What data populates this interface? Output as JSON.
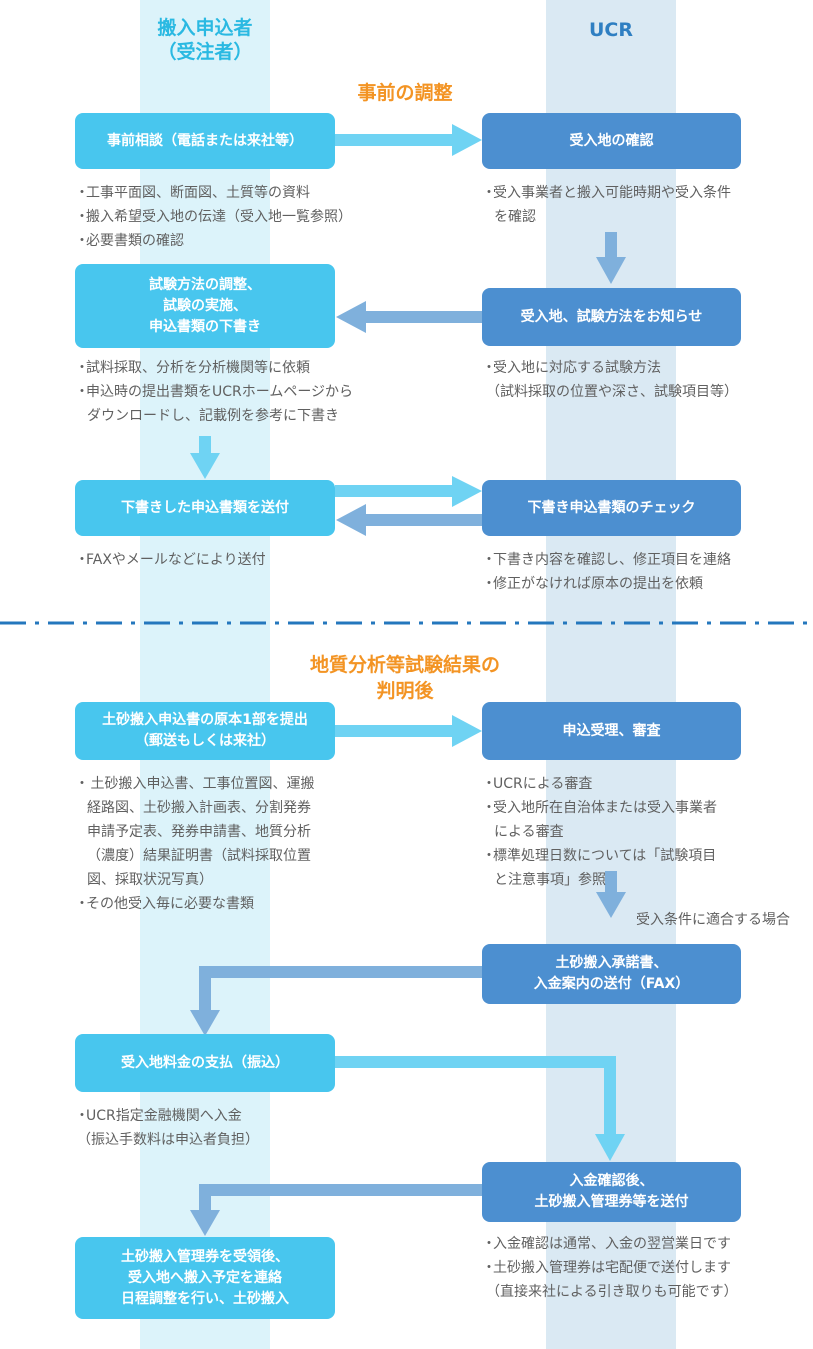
{
  "headers": {
    "applicant_line1": "搬入申込者",
    "applicant_line2": "（受注者）",
    "ucr": "UCR"
  },
  "sections": {
    "pre": "事前の調整",
    "post_line1": "地質分析等試験結果の",
    "post_line2": "判明後"
  },
  "boxes": {
    "consult": "事前相談（電話または来社等）",
    "confirm_site": "受入地の確認",
    "notify_l1": "受入地、試験方法をお知らせ",
    "adjust_l1": "試験方法の調整、",
    "adjust_l2": "試験の実施、",
    "adjust_l3": "申込書類の下書き",
    "send_draft": "下書きした申込書類を送付",
    "check_draft": "下書き申込書類のチェック",
    "submit_l1": "土砂搬入申込書の原本1部を提出",
    "submit_l2": "（郵送もしくは来社）",
    "accept": "申込受理、審査",
    "consent_l1": "土砂搬入承諾書、",
    "consent_l2": "入金案内の送付（FAX）",
    "pay": "受入地料金の支払（振込）",
    "after_pay_l1": "入金確認後、",
    "after_pay_l2": "土砂搬入管理券等を送付",
    "final_l1": "土砂搬入管理券を受領後、",
    "final_l2": "受入地へ搬入予定を連絡",
    "final_l3": "日程調整を行い、土砂搬入"
  },
  "notes": {
    "consult": [
      "工事平面図、断面図、土質等の資料",
      "搬入希望受入地の伝達（受入地一覧参照）",
      "必要書類の確認"
    ],
    "confirm_l1": "受入事業者と搬入可能時期や受入条件",
    "confirm_l2": "を確認",
    "adjust_1": "試料採取、分析を分析機関等に依頼",
    "adjust_2_l1": "申込時の提出書類をUCRホームページから",
    "adjust_2_l2": "ダウンロードし、記載例を参考に下書き",
    "notify_l1": "受入地に対応する試験方法",
    "notify_l2": "（試料採取の位置や深さ、試験項目等）",
    "send": "FAXやメールなどにより送付",
    "check": [
      "下書き内容を確認し、修正項目を連絡",
      "修正がなければ原本の提出を依頼"
    ],
    "submit_1_lines": [
      "土砂搬入申込書、工事位置図、運搬",
      "経路図、土砂搬入計画表、分割発券",
      "申請予定表、発券申請書、地質分析",
      "（濃度）結果証明書（試料採取位置",
      "図、採取状況写真）"
    ],
    "submit_2": "その他受入毎に必要な書類",
    "accept_1": "UCRによる審査",
    "accept_2_l1": "受入地所在自治体または受入事業者",
    "accept_2_l2": "による審査",
    "accept_3_l1": "標準処理日数については「試験項目",
    "accept_3_l2": "と注意事項」参照",
    "condition": "受入条件に適合する場合",
    "pay_l1": "UCR指定金融機関へ入金",
    "pay_l2": "（振込手数料は申込者負担）",
    "after_1": "入金確認は通常、入金の翌営業日です",
    "after_2_l1": "土砂搬入管理券は宅配便で送付します",
    "after_2_l2": "（直接来社による引き取りも可能です）"
  },
  "colors": {
    "left_box": "#48c6ee",
    "right_box": "#4c8fd0",
    "left_arrow": "#6fd3f3",
    "right_arrow": "#7fb0dc",
    "accent": "#f39424",
    "divider": "#2477bd"
  }
}
